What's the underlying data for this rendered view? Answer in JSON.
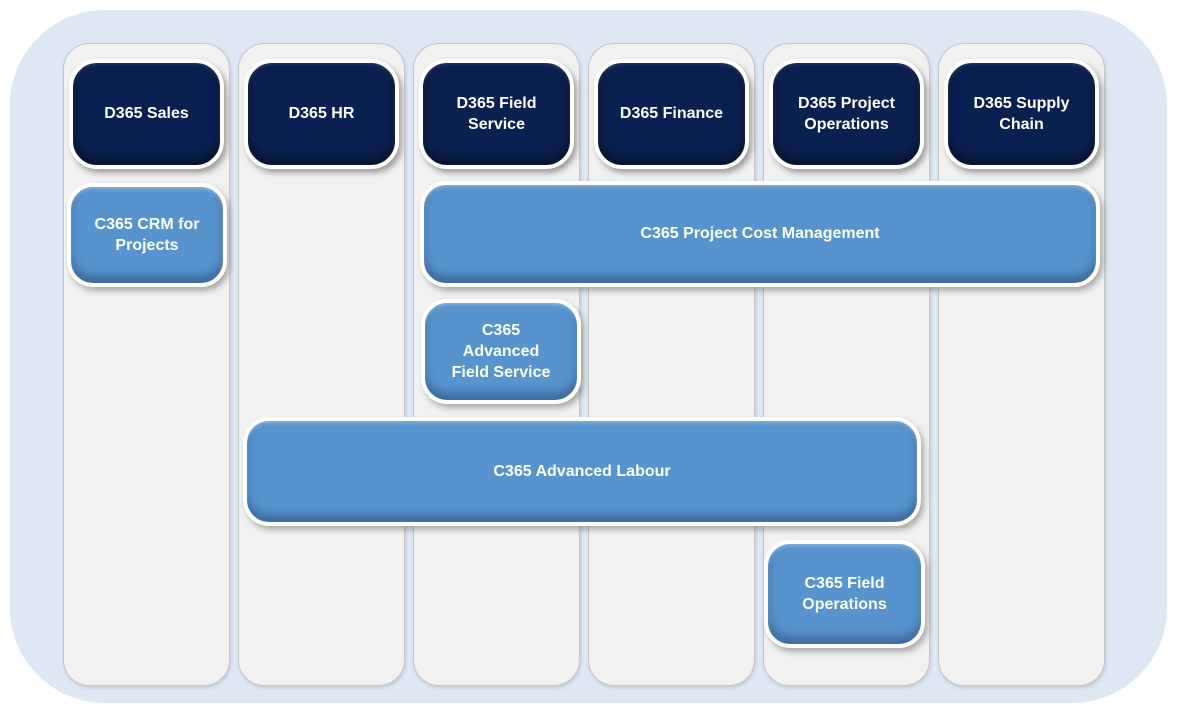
{
  "diagram": {
    "columns": [
      {
        "header": "D365 Sales"
      },
      {
        "header": "D365 HR"
      },
      {
        "header": "D365 Field Service"
      },
      {
        "header": "D365 Finance"
      },
      {
        "header": "D365 Project Operations"
      },
      {
        "header": "D365 Supply Chain"
      }
    ],
    "addons": [
      {
        "label": "C365 CRM for Projects",
        "spans_columns": [
          "D365 Sales"
        ]
      },
      {
        "label": "C365 Project Cost Management",
        "spans_columns": [
          "D365 Field Service",
          "D365 Finance",
          "D365 Project Operations",
          "D365 Supply Chain"
        ]
      },
      {
        "label": "C365 Advanced Field Service",
        "spans_columns": [
          "D365 Field Service"
        ]
      },
      {
        "label": "C365 Advanced Labour",
        "spans_columns": [
          "D365 HR",
          "D365 Field Service",
          "D365 Finance",
          "D365 Project Operations"
        ]
      },
      {
        "label": "C365 Field Operations",
        "spans_columns": [
          "D365 Project Operations"
        ]
      }
    ],
    "colors": {
      "container_background": "#dde8f4",
      "column_background": "#f1f1f1",
      "column_border": "#c6c6c6",
      "product_box": "#0a2050",
      "addon_box": "#5794ce",
      "box_text": "#ffffff"
    }
  }
}
